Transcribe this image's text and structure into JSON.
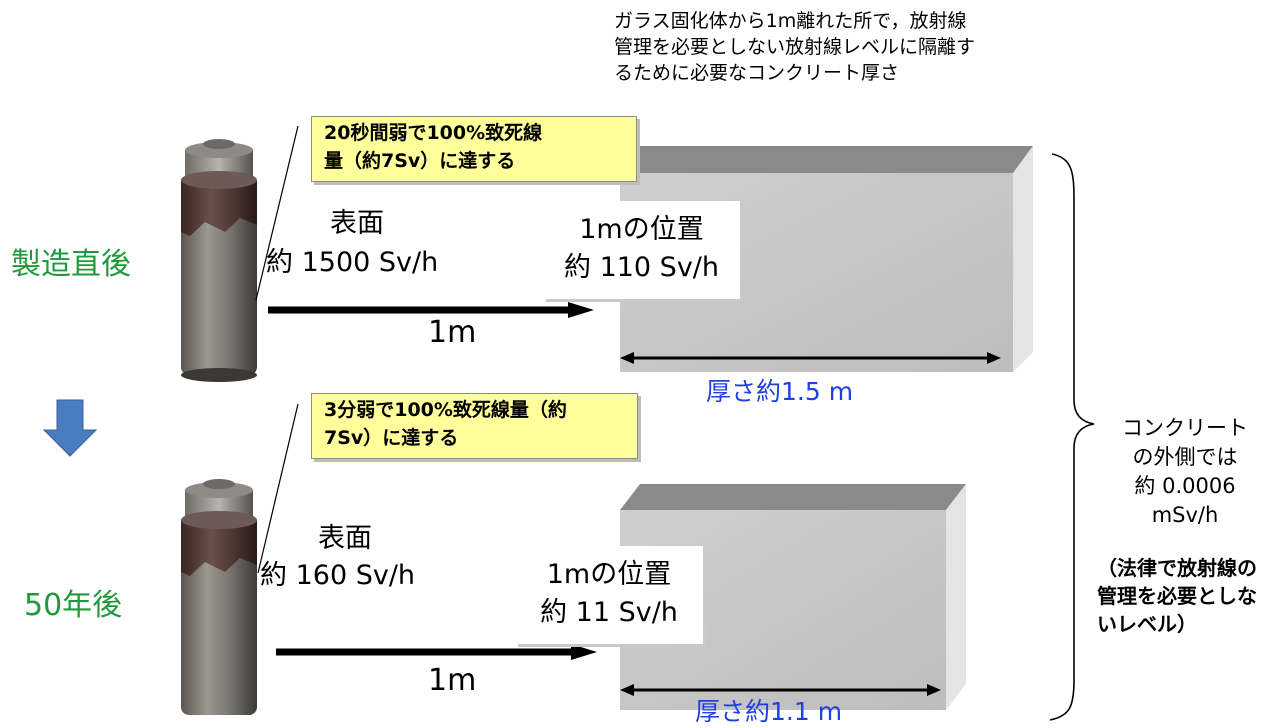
{
  "top_note": [
    "ガラス固化体から1m離れた所で，放射線",
    "管理を必要としない放射線レベルに隔離す",
    "るために必要なコンクリート厚さ"
  ],
  "row1": {
    "stage_label": "製造直後",
    "callout": [
      "20秒間弱で100%致死線",
      "量（約7Sv）に達する"
    ],
    "surface_label": "表面",
    "surface_value": "約 1500 Sv/h",
    "distance_label": "1m",
    "position_label": "1mの位置",
    "position_value": "約 110 Sv/h",
    "thickness": "厚さ約1.5 m"
  },
  "row2": {
    "stage_label": "50年後",
    "callout": [
      "3分弱で100%致死線量（約",
      "7Sv）に達する"
    ],
    "surface_label": "表面",
    "surface_value": "約 160 Sv/h",
    "distance_label": "1m",
    "position_label": "1mの位置",
    "position_value": "約 11 Sv/h",
    "thickness": "厚さ約1.1 m"
  },
  "right_note": {
    "lines": [
      "コンクリート",
      "の外側では",
      "約 0.0006",
      "mSv/h"
    ],
    "bold_lines": [
      "（法律で放射線の",
      "管理を必要としな",
      "いレベル）"
    ]
  },
  "colors": {
    "stage_label": "#1f9a3a",
    "thickness_label": "#1f3fe0",
    "callout_fill": "#fffe9a",
    "down_arrow": "#4a7cc0"
  }
}
